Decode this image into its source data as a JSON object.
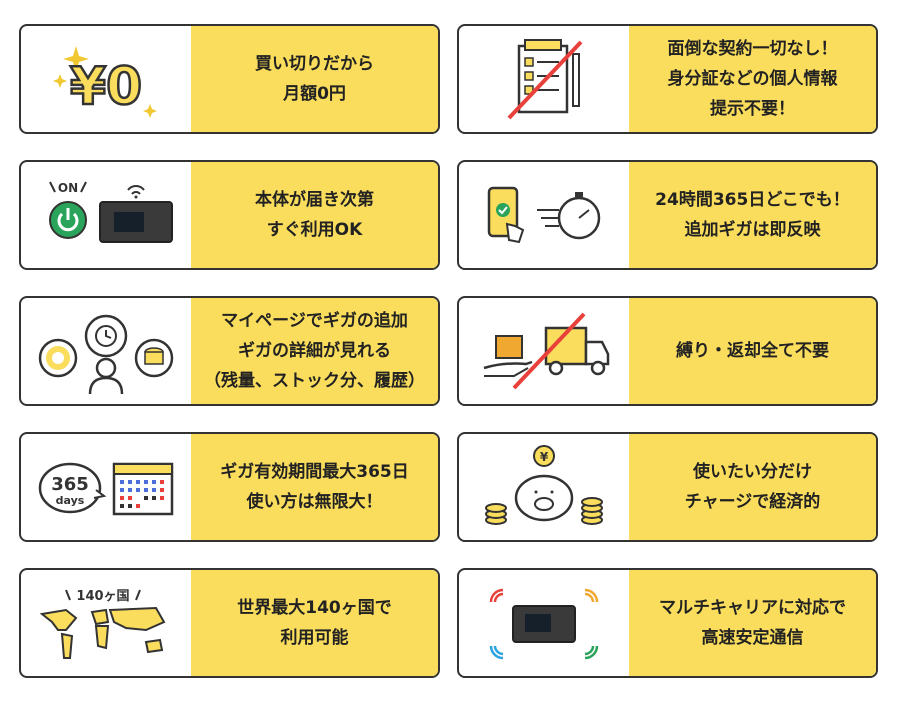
{
  "features": [
    {
      "icon": "yen-zero-icon",
      "lines": [
        "買い切りだから",
        "月額0円"
      ],
      "icon_text": "¥0"
    },
    {
      "icon": "no-contract-icon",
      "lines": [
        "面倒な契約一切なし！",
        "身分証などの個人情報",
        "提示不要！"
      ]
    },
    {
      "icon": "power-on-device-icon",
      "lines": [
        "本体が届き次第",
        "すぐ利用OK"
      ],
      "icon_text": "ON"
    },
    {
      "icon": "phone-stopwatch-icon",
      "lines": [
        "24時間365日どこでも！",
        "追加ギガは即反映"
      ]
    },
    {
      "icon": "mypage-user-icon",
      "lines": [
        "マイページでギガの追加",
        "ギガの詳細が見れる",
        "（残量、ストック分、履歴）"
      ]
    },
    {
      "icon": "no-return-truck-icon",
      "lines": [
        "縛り・返却全て不要"
      ]
    },
    {
      "icon": "calendar-365-icon",
      "lines": [
        "ギガ有効期間最大365日",
        "使い方は無限大！"
      ],
      "icon_text": [
        "365",
        "days"
      ]
    },
    {
      "icon": "piggy-bank-icon",
      "lines": [
        "使いたい分だけ",
        "チャージで経済的"
      ],
      "icon_text": "¥"
    },
    {
      "icon": "world-map-icon",
      "lines": [
        "世界最大140ヶ国で",
        "利用可能"
      ],
      "icon_text": "140ヶ国"
    },
    {
      "icon": "multi-carrier-device-icon",
      "lines": [
        "マルチキャリアに対応で",
        "高速安定通信"
      ]
    }
  ],
  "colors": {
    "accent": "#fadd5c",
    "border": "#333333",
    "red": "#e8403a",
    "green": "#2aa45a"
  }
}
